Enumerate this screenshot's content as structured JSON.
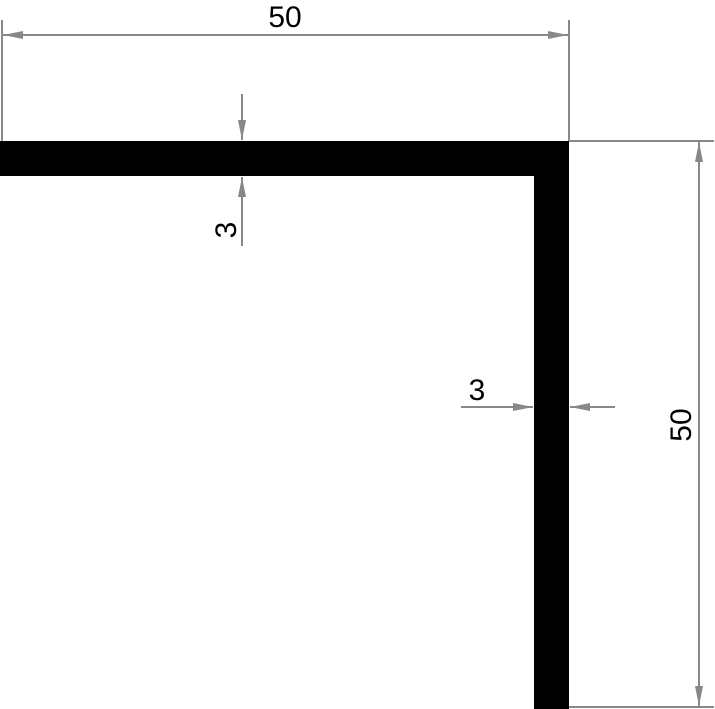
{
  "drawing": {
    "type": "L-angle profile cross-section",
    "colors": {
      "profile_fill": "#000000",
      "dimension_line": "#888888",
      "text": "#000000",
      "background": "#ffffff"
    },
    "dimensions": {
      "width": {
        "label": "50",
        "orientation": "horizontal",
        "position": "top"
      },
      "height": {
        "label": "50",
        "orientation": "vertical",
        "position": "right"
      },
      "flange_thickness": {
        "label": "3",
        "orientation": "vertical",
        "position": "top-flange"
      },
      "web_thickness": {
        "label": "3",
        "orientation": "horizontal",
        "position": "vertical-leg"
      }
    }
  }
}
